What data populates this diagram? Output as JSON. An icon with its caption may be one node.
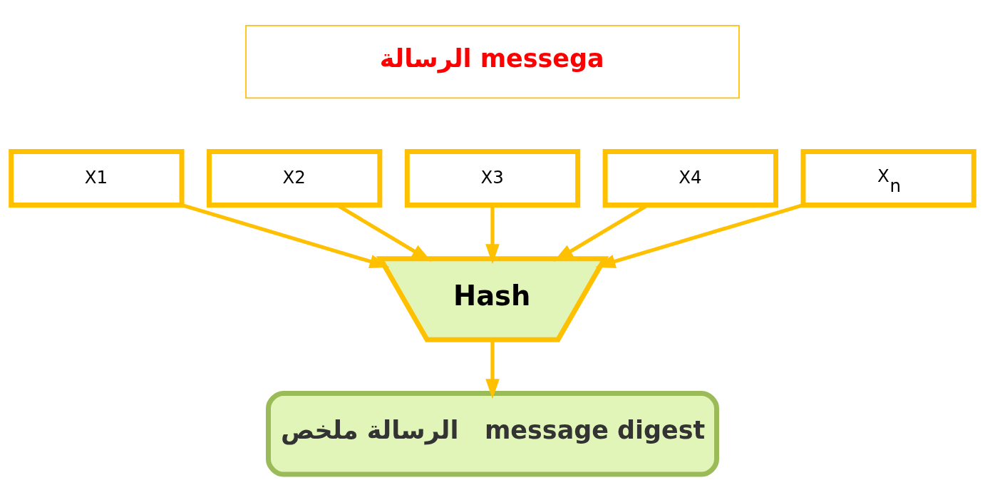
{
  "diagram": {
    "nodes": [
      {
        "text": [
          "الرسالة messega"
        ]
      },
      {
        "text": [
          "X1"
        ]
      },
      {
        "text": [
          "X2"
        ]
      },
      {
        "text": [
          "X3"
        ]
      },
      {
        "text": [
          "X4"
        ]
      },
      {
        "text": [
          "X$_{n}$"
        ]
      },
      {
        "text": [
          "Hash"
        ]
      },
      {
        "text": [
          "الرسالة ملخص   message digest"
        ]
      }
    ],
    "edges": [
      {
        "from": 1,
        "to": 6,
        "arrow": "to"
      },
      {
        "from": 2,
        "to": 6,
        "arrow": "to"
      },
      {
        "from": 3,
        "to": 6,
        "arrow": "to"
      },
      {
        "from": 4,
        "to": 6,
        "arrow": "to"
      },
      {
        "from": 5,
        "to": 6,
        "arrow": "to"
      },
      {
        "from": 6,
        "to": 7,
        "arrow": "to"
      }
    ]
  }
}
